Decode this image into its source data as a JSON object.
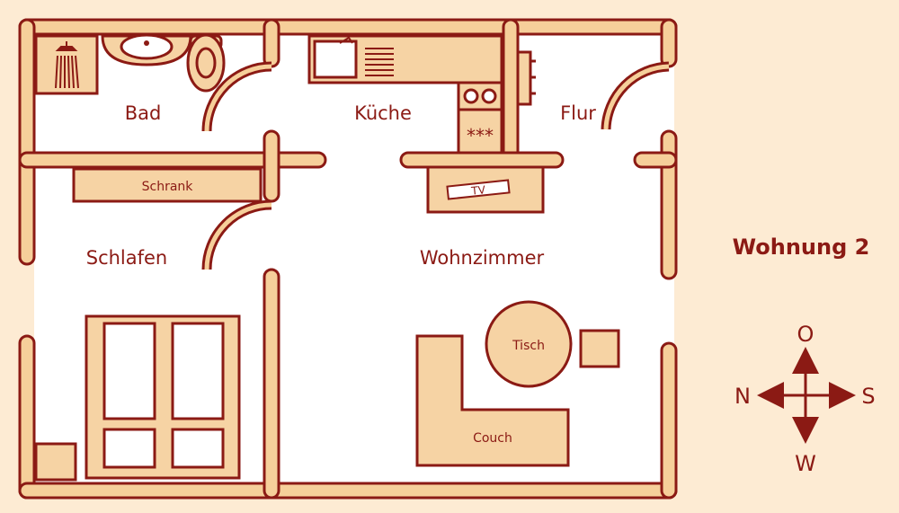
{
  "title": "Wohnung 2",
  "rooms": {
    "bad": "Bad",
    "kueche": "Küche",
    "flur": "Flur",
    "schlafen": "Schlafen",
    "wohnzimmer": "Wohnzimmer"
  },
  "furniture": {
    "schrank": "Schrank",
    "tv": "TV",
    "tisch": "Tisch",
    "couch": "Couch"
  },
  "compass": {
    "north": "O",
    "west": "N",
    "east": "S",
    "south": "W"
  },
  "colors": {
    "wall_outline": "#8b1a14",
    "wall_fill": "#f6cf9a",
    "floor": "#ffffff",
    "background": "#fdebd3",
    "furniture_fill": "#f6d3a4"
  }
}
